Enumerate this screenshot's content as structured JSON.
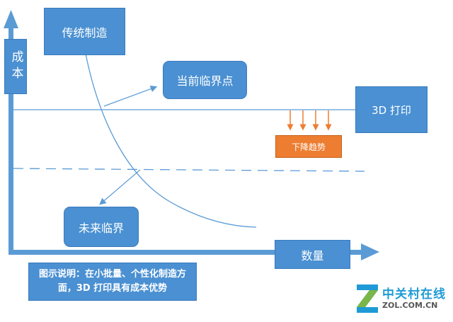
{
  "diagram": {
    "y_axis_label": "成本",
    "x_axis_label": "数量",
    "traditional_label": "传统制造",
    "current_threshold_label": "当前临界点",
    "printing_label": "3D 打印",
    "trend_label": "下降趋势",
    "future_threshold_label": "未来临界",
    "note_text": "图示说明：在小批量、个性化制造方面，3D 打印具有成本优势"
  },
  "logo": {
    "cn": "中关村在线",
    "en": "ZOL.COM.CN"
  },
  "colors": {
    "box_blue": "#4a90d2",
    "line_blue": "#5b9bd5",
    "trend_orange": "#ed7d31",
    "logo_blue": "#1f9ad6",
    "logo_green": "#7ab648"
  }
}
